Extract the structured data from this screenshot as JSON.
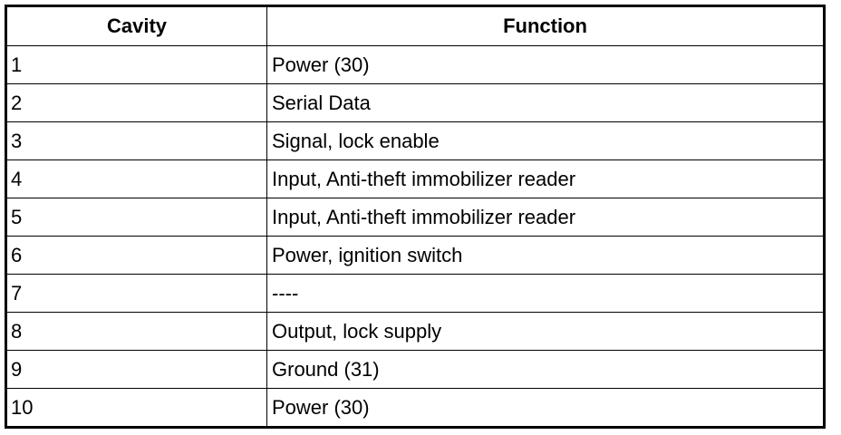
{
  "table": {
    "headers": {
      "cavity": "Cavity",
      "function": "Function"
    },
    "rows": [
      {
        "cavity": "1",
        "function": "Power (30)"
      },
      {
        "cavity": "2",
        "function": "Serial Data"
      },
      {
        "cavity": "3",
        "function": "Signal, lock enable"
      },
      {
        "cavity": "4",
        "function": "Input, Anti-theft immobilizer reader"
      },
      {
        "cavity": "5",
        "function": "Input, Anti-theft immobilizer reader"
      },
      {
        "cavity": "6",
        "function": "Power, ignition switch"
      },
      {
        "cavity": "7",
        "function": "----"
      },
      {
        "cavity": "8",
        "function": "Output, lock supply"
      },
      {
        "cavity": "9",
        "function": "Ground (31)"
      },
      {
        "cavity": "10",
        "function": "Power (30)"
      }
    ]
  }
}
